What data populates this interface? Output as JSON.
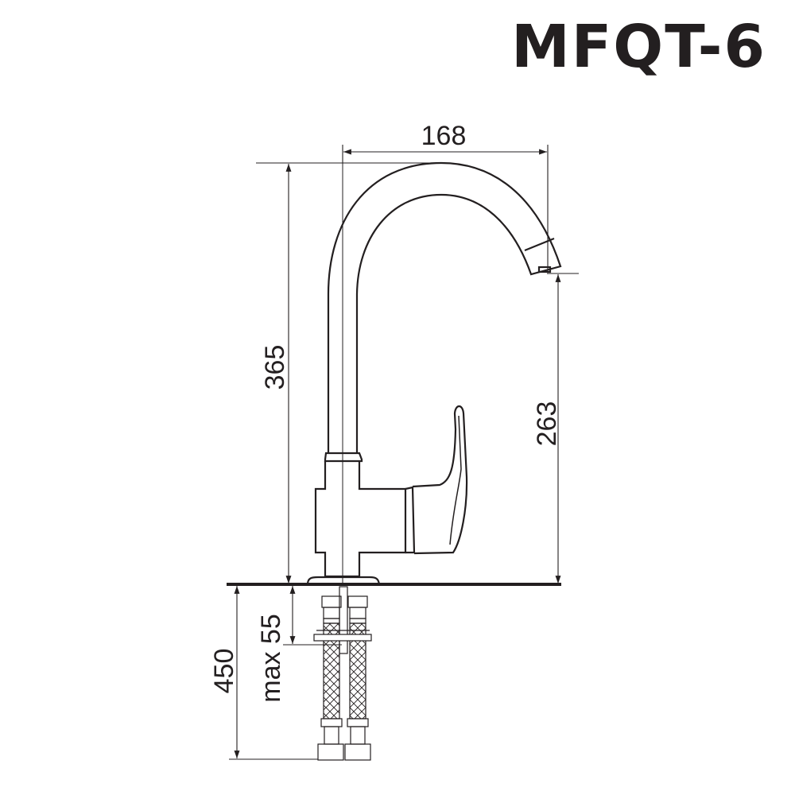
{
  "title": "MFQT-6",
  "dimensions": {
    "spout_reach": "168",
    "total_height": "365",
    "spout_height": "263",
    "hose_length": "450",
    "max_countertop": "max 55"
  },
  "colors": {
    "line": "#231f20",
    "background": "#ffffff"
  }
}
